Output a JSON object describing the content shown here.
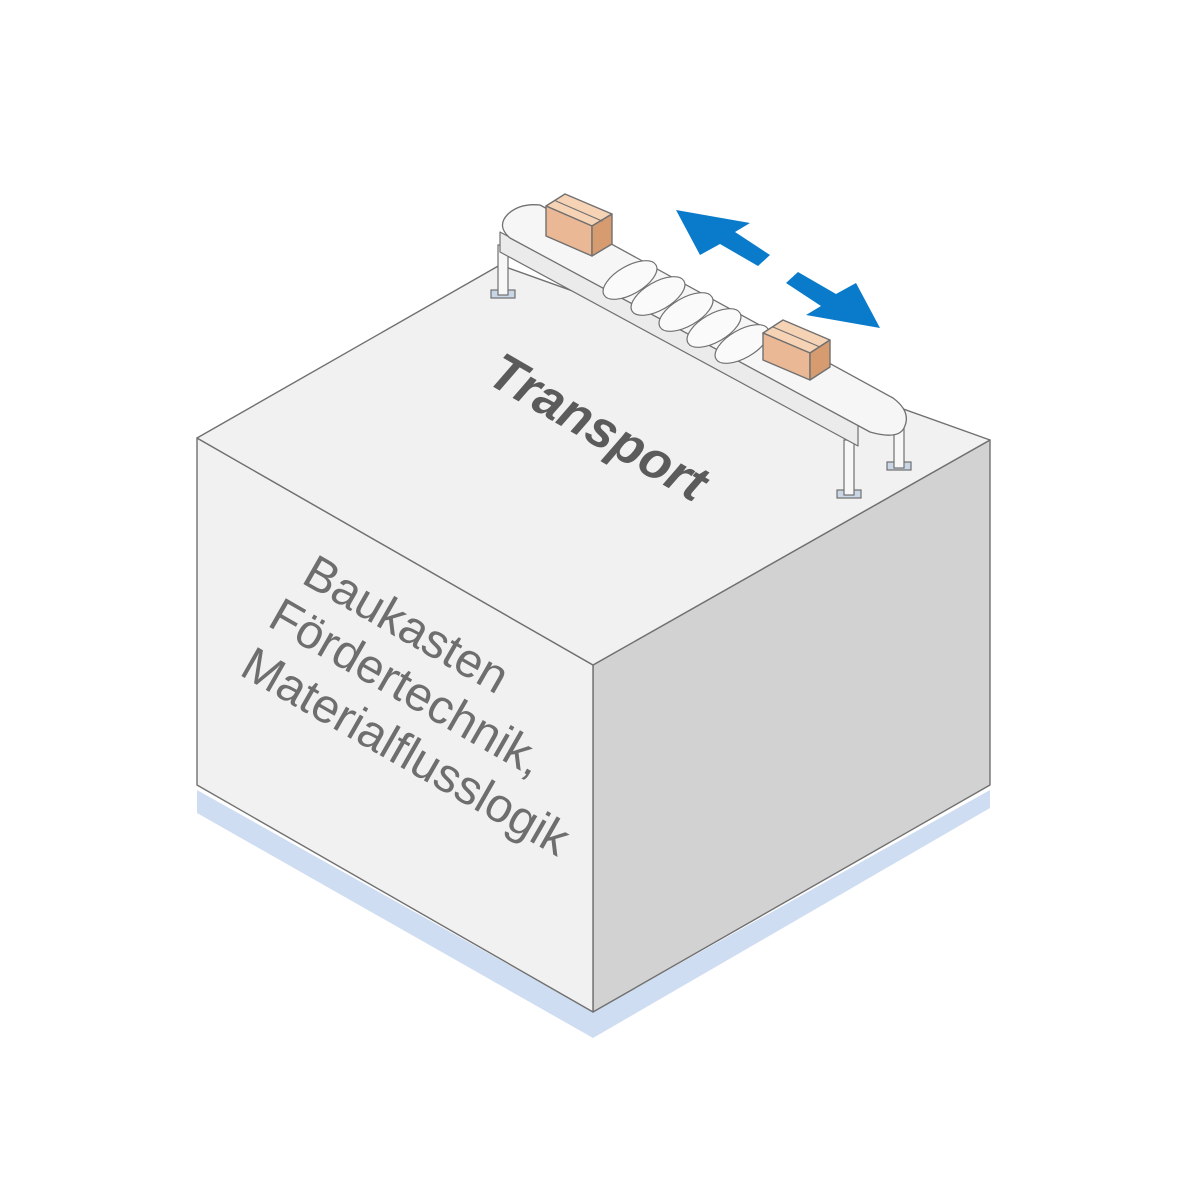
{
  "top_face": {
    "label": "Transport"
  },
  "left_face": {
    "lines": [
      "Baukasten",
      "Fördertechnik,",
      "Materialflusslogik"
    ]
  },
  "colors": {
    "top_face": "#f1f1f1",
    "left_face": "#f1f1f1",
    "right_face": "#d2d2d2",
    "shadow": "#cfddf2",
    "arrow": "#0a7bcb",
    "box_top": "#f7d3b6",
    "box_front": "#eab894",
    "box_side": "#d69c70",
    "outline": "#707070"
  },
  "icons": [
    "conveyor-icon",
    "box-icon",
    "bidirectional-arrow-icon"
  ]
}
